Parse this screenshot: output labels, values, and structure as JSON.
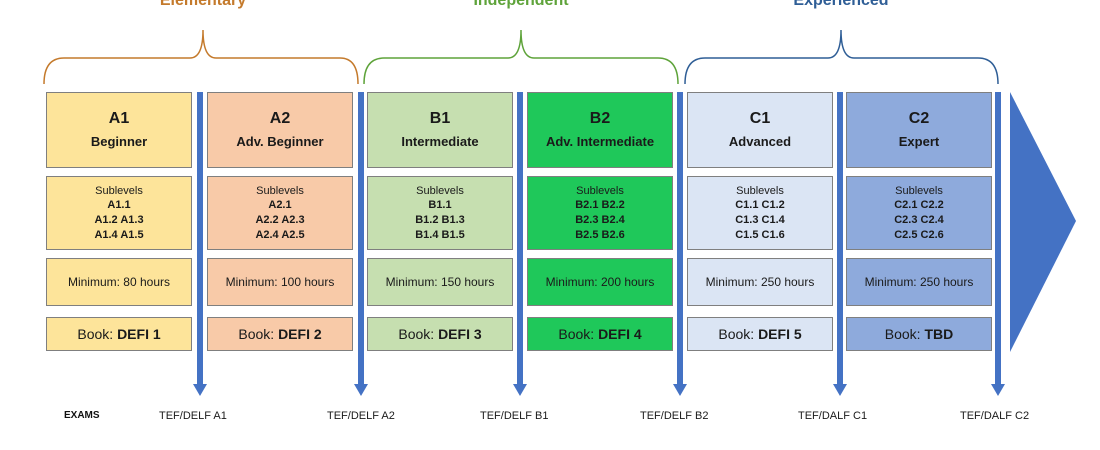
{
  "groups": [
    {
      "label": "Elementary",
      "color": "#c47a2c"
    },
    {
      "label": "Independent",
      "color": "#5ea33a"
    },
    {
      "label": "Experienced",
      "color": "#2f5e96"
    }
  ],
  "levels": [
    {
      "code": "A1",
      "name": "Beginner",
      "color": "#fde49a",
      "sublevels_heading": "Sublevels",
      "sublevels": [
        "A1.1",
        "A1.2 A1.3",
        "A1.4 A1.5"
      ],
      "hours": "Minimum:  80 hours",
      "book_prefix": "Book:",
      "book_name": "DEFI 1"
    },
    {
      "code": "A2",
      "name": "Adv. Beginner",
      "color": "#f8caa8",
      "sublevels_heading": "Sublevels",
      "sublevels": [
        "A2.1",
        "A2.2 A2.3",
        "A2.4 A2.5"
      ],
      "hours": "Minimum:  100 hours",
      "book_prefix": "Book:",
      "book_name": "DEFI 2"
    },
    {
      "code": "B1",
      "name": "Intermediate",
      "color": "#c6dfb0",
      "sublevels_heading": "Sublevels",
      "sublevels": [
        "B1.1",
        "B1.2 B1.3",
        "B1.4 B1.5"
      ],
      "hours": "Minimum:  150 hours",
      "book_prefix": "Book:",
      "book_name": "DEFI 3"
    },
    {
      "code": "B2",
      "name": "Adv. Intermediate",
      "color": "#1fc85a",
      "sublevels_heading": "Sublevels",
      "sublevels": [
        "B2.1 B2.2",
        "B2.3 B2.4",
        "B2.5 B2.6"
      ],
      "hours": "Minimum:  200 hours",
      "book_prefix": "Book:",
      "book_name": "DEFI 4"
    },
    {
      "code": "C1",
      "name": "Advanced",
      "color": "#dbe5f4",
      "sublevels_heading": "Sublevels",
      "sublevels": [
        "C1.1 C1.2",
        "C1.3 C1.4",
        "C1.5 C1.6"
      ],
      "hours": "Minimum:  250 hours",
      "book_prefix": "Book:",
      "book_name": "DEFI 5"
    },
    {
      "code": "C2",
      "name": "Expert",
      "color": "#8eaadc",
      "sublevels_heading": "Sublevels",
      "sublevels": [
        "C2.1 C2.2",
        "C2.3 C2.4",
        "C2.5 C2.6"
      ],
      "hours": "Minimum:  250 hours",
      "book_prefix": "Book:",
      "book_name": "TBD"
    }
  ],
  "exams_label": "EXAMS",
  "exams": [
    "TEF/DELF A1",
    "TEF/DELF A2",
    "TEF/DELF B1",
    "TEF/DELF B2",
    "TEF/DALF C1",
    "TEF/DALF C2"
  ],
  "arrow_color": "#4472c4"
}
